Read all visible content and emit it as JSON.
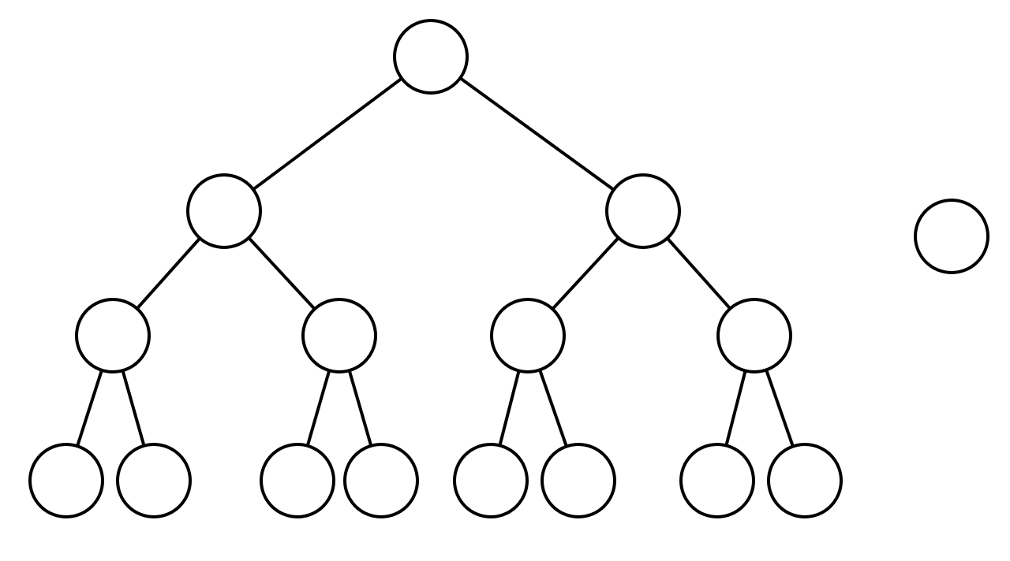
{
  "diagram": {
    "type": "tree",
    "stroke_color": "#000000",
    "node_fill": "#ffffff",
    "background": "#ffffff",
    "nodes": [
      "n1",
      "n2",
      "n3",
      "n4",
      "n5",
      "n6",
      "n7",
      "n8",
      "n9",
      "n10",
      "n11",
      "n12",
      "n13",
      "n14",
      "n15",
      "isolated"
    ],
    "edges": [
      [
        "n1",
        "n2"
      ],
      [
        "n1",
        "n3"
      ],
      [
        "n2",
        "n4"
      ],
      [
        "n2",
        "n5"
      ],
      [
        "n3",
        "n6"
      ],
      [
        "n3",
        "n7"
      ],
      [
        "n4",
        "n8"
      ],
      [
        "n4",
        "n9"
      ],
      [
        "n5",
        "n10"
      ],
      [
        "n5",
        "n11"
      ],
      [
        "n6",
        "n12"
      ],
      [
        "n6",
        "n13"
      ],
      [
        "n7",
        "n14"
      ],
      [
        "n7",
        "n15"
      ]
    ]
  }
}
